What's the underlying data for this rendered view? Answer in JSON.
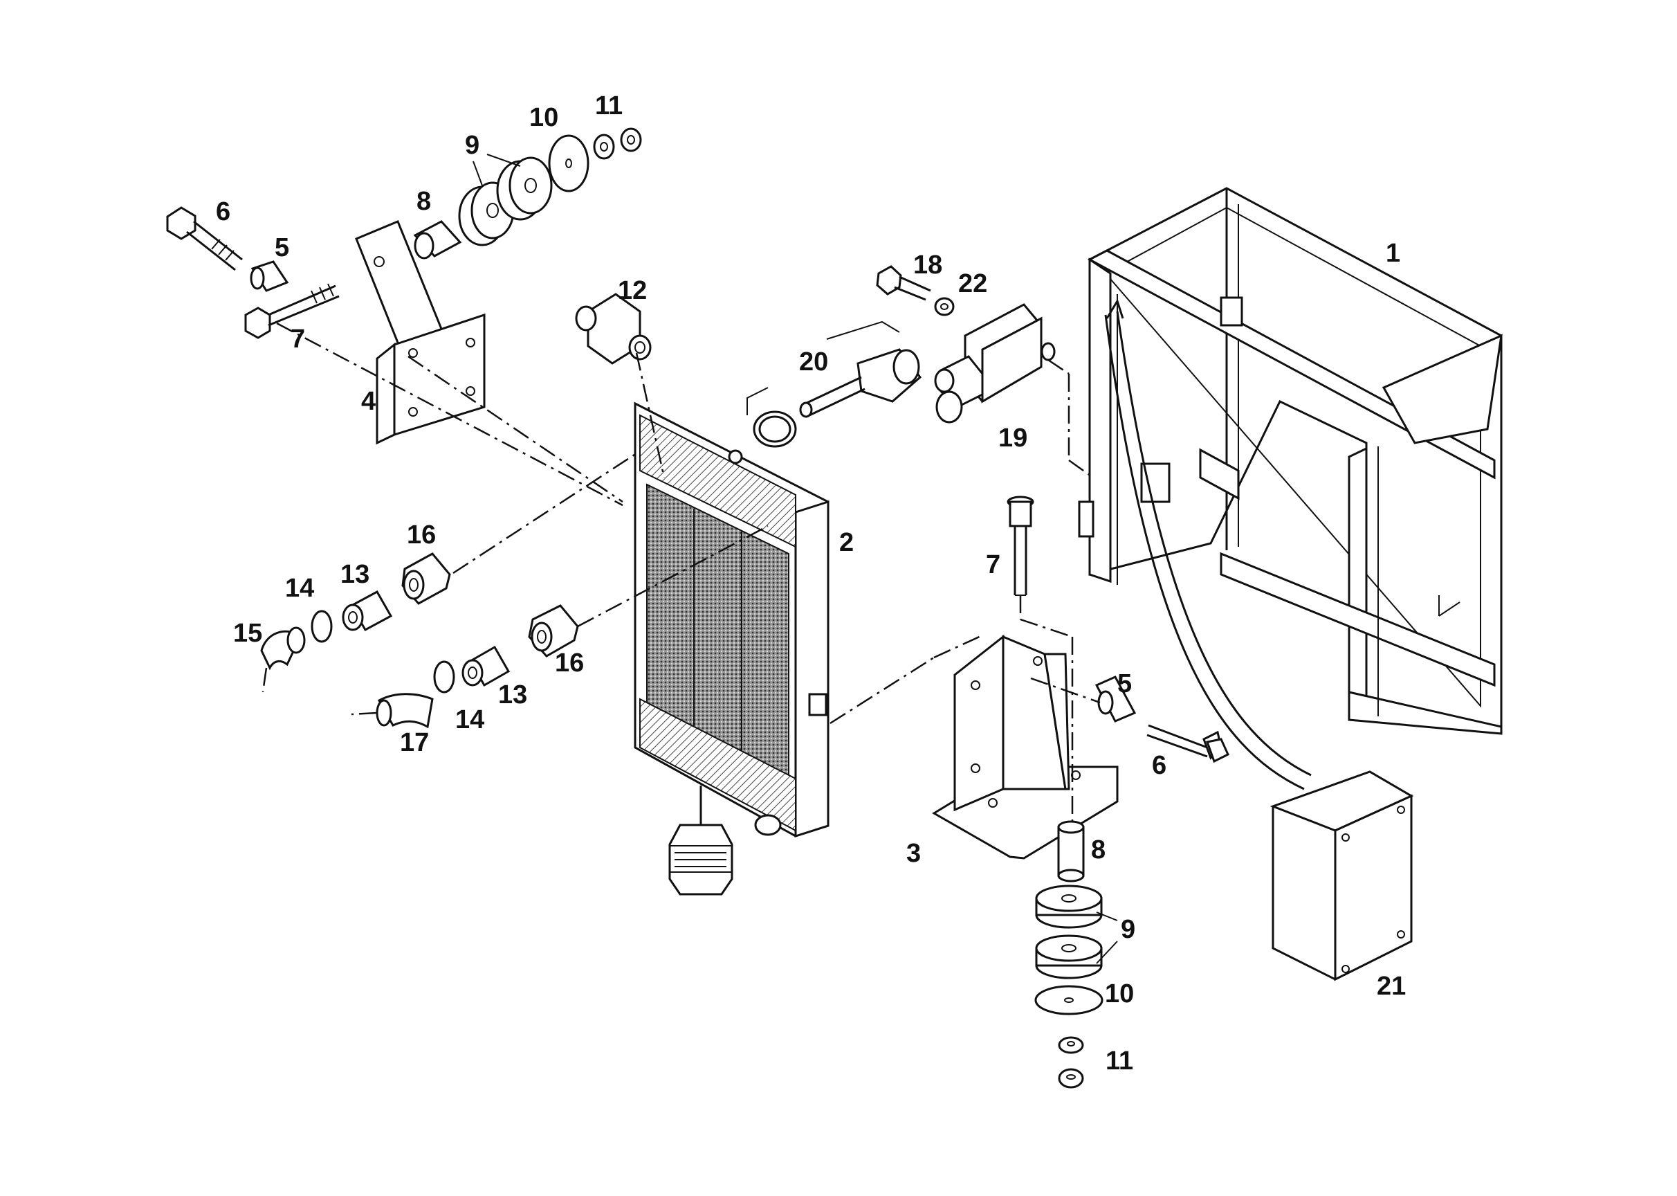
{
  "labels": {
    "l1": "1",
    "l2": "2",
    "l3": "3",
    "l4": "4",
    "l5a": "5",
    "l5b": "5",
    "l6a": "6",
    "l6b": "6",
    "l7a": "7",
    "l7b": "7",
    "l8a": "8",
    "l8b": "8",
    "l9a": "9",
    "l9b": "9",
    "l10a": "10",
    "l10b": "10",
    "l11a": "11",
    "l11b": "11",
    "l12": "12",
    "l13a": "13",
    "l13b": "13",
    "l14a": "14",
    "l14b": "14",
    "l15": "15",
    "l16a": "16",
    "l16b": "16",
    "l17": "17",
    "l18": "18",
    "l19": "19",
    "l20": "20",
    "l21": "21",
    "l22": "22"
  }
}
